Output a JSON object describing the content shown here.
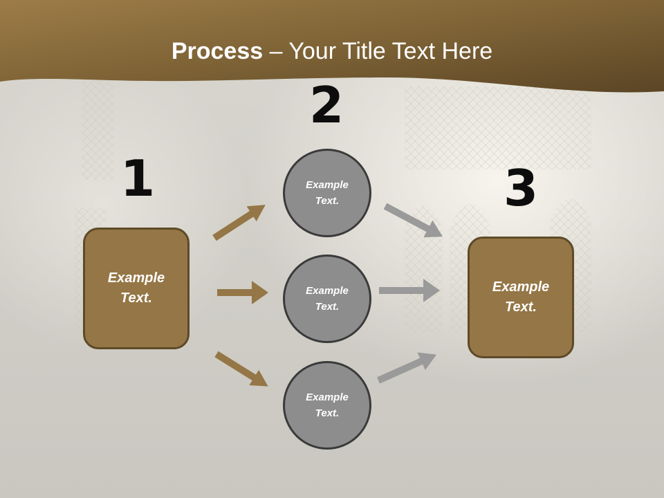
{
  "slide": {
    "title_bold": "Process",
    "title_rest": " – Your Title Text Here"
  },
  "steps": {
    "one": {
      "number": "1",
      "text_line1": "Example",
      "text_line2": "Text."
    },
    "two": {
      "number": "2"
    },
    "three": {
      "number": "3",
      "text_line1": "Example",
      "text_line2": "Text."
    }
  },
  "circles": [
    {
      "text_line1": "Example",
      "text_line2": "Text."
    },
    {
      "text_line1": "Example",
      "text_line2": "Text."
    },
    {
      "text_line1": "Example",
      "text_line2": "Text."
    }
  ],
  "colors": {
    "banner_dark": "#5b4525",
    "banner_light": "#9a7a47",
    "box_fill": "#957646",
    "box_border": "#5e4a28",
    "circle_fill": "#8d8d8d",
    "brown_arrow": "#957646",
    "gray_arrow": "#9a9a9a"
  },
  "icons": {
    "left_arrows": "arrow-right-icon",
    "right_arrows": "arrow-right-icon"
  }
}
